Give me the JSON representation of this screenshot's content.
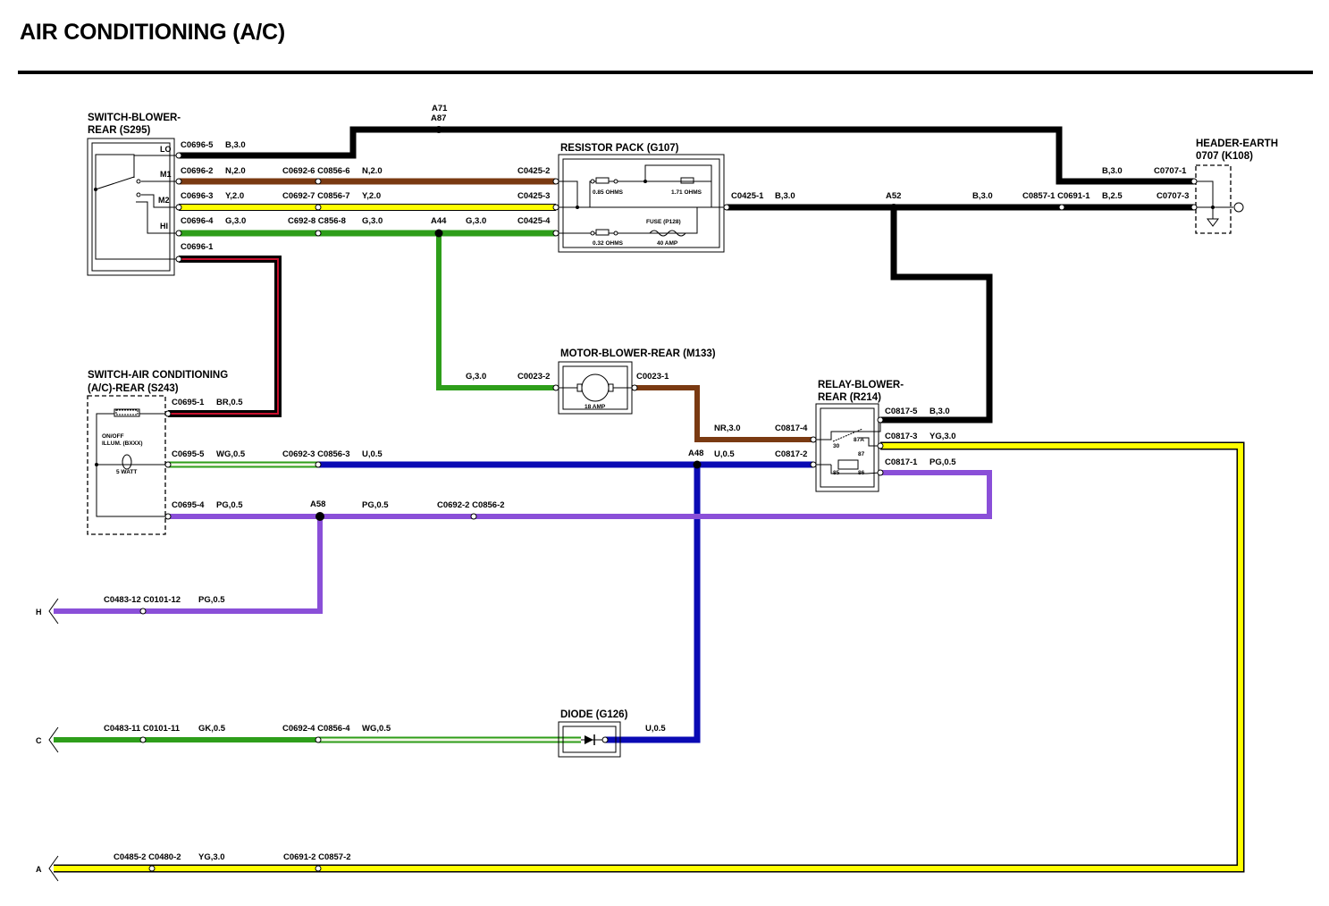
{
  "title": "AIR CONDITIONING (A/C)",
  "colors": {
    "black": "#000000",
    "brown": "#7a3a12",
    "yellow": "#ffff00",
    "green": "#2e9e1a",
    "blue": "#0a0ab4",
    "purple": "#8a4fd8",
    "red": "#c8102e",
    "white": "#f6f6e8"
  },
  "components": {
    "switch_blower": {
      "name_line1": "SWITCH-BLOWER-",
      "name_line2": "REAR (S295)",
      "pins": [
        "LO",
        "M1",
        "M2",
        "HI"
      ]
    },
    "switch_ac": {
      "name_line1": "SWITCH-AIR CONDITIONING",
      "name_line2": "(A/C)-REAR (S243)",
      "illum_line1": "ON/OFF",
      "illum_line2": "ILLUM. (BXXX)",
      "illum_line3": "5 WATT"
    },
    "resistor_pack": {
      "name": "RESISTOR PACK (G107)",
      "r1": "0.85 OHMS",
      "r2": "1.71 OHMS",
      "r3": "0.32 OHMS",
      "fuse_name": "FUSE (P128)",
      "fuse_rating": "40 AMP"
    },
    "motor": {
      "name": "MOTOR-BLOWER-REAR (M133)",
      "rating": "18 AMP"
    },
    "relay": {
      "name_line1": "RELAY-BLOWER-",
      "name_line2": "REAR (R214)",
      "pins": [
        "30",
        "87A",
        "87",
        "85",
        "86"
      ]
    },
    "header_earth": {
      "name_line1": "HEADER-EARTH",
      "name_line2": "0707 (K108)"
    },
    "diode": {
      "name": "DIODE (G126)"
    }
  },
  "splices": {
    "a71": "A71",
    "a87": "A87",
    "a52": "A52",
    "a44": "A44",
    "a48": "A48",
    "a58": "A58"
  },
  "edge_refs": {
    "h": "H",
    "c": "C",
    "a": "A"
  },
  "wire_labels": {
    "lo_c": "C0696-5",
    "lo_w": "B,3.0",
    "m1_c": "C0696-2",
    "m1_w": "N,2.0",
    "m1_mid": "C0692-6 C0856-6",
    "m1_w2": "N,2.0",
    "m1_end": "C0425-2",
    "m2_c": "C0696-3",
    "m2_w": "Y,2.0",
    "m2_mid": "C0692-7 C0856-7",
    "m2_w2": "Y,2.0",
    "m2_end": "C0425-3",
    "hi_c": "C0696-4",
    "hi_w": "G,3.0",
    "hi_mid": "C692-8 C856-8",
    "hi_w2": "G,3.0",
    "hi_w3": "G,3.0",
    "hi_end": "C0425-4",
    "sw_c": "C0696-1",
    "rp_out": "C0425-1",
    "rp_w": "B,3.0",
    "r1_w": "B,3.0",
    "r1_mid": "C0857-1 C0691-1",
    "r1_w2": "B,2.5",
    "r1_end": "C0707-3",
    "top_w": "B,3.0",
    "top_end": "C0707-1",
    "motor_w": "G,3.0",
    "motor_in": "C0023-2",
    "motor_out": "C0023-1",
    "nr_w": "NR,3.0",
    "nr_c": "C0817-4",
    "br_c": "C0695-1",
    "br_w": "BR,0.5",
    "wg_c": "C0695-5",
    "wg_w": "WG,0.5",
    "wg_mid": "C0692-3 C0856-3",
    "u_w": "U,0.5",
    "u2_w": "U,0.5",
    "u2_c": "C0817-2",
    "pg_c": "C0695-4",
    "pg_w": "PG,0.5",
    "pg_w2": "PG,0.5",
    "pg_mid": "C0692-2 C0856-2",
    "r5_c": "C0817-5",
    "r5_w": "B,3.0",
    "r3_c": "C0817-3",
    "r3_w": "YG,3.0",
    "r1p_c": "C0817-1",
    "r1p_w": "PG,0.5",
    "h_c": "C0483-12 C0101-12",
    "h_w": "PG,0.5",
    "c_c": "C0483-11 C0101-11",
    "c_w": "GK,0.5",
    "c_mid": "C0692-4 C0856-4",
    "c_w2": "WG,0.5",
    "d_w": "U,0.5",
    "a_c": "C0485-2 C0480-2",
    "a_w": "YG,3.0",
    "a_mid": "C0691-2 C0857-2"
  }
}
